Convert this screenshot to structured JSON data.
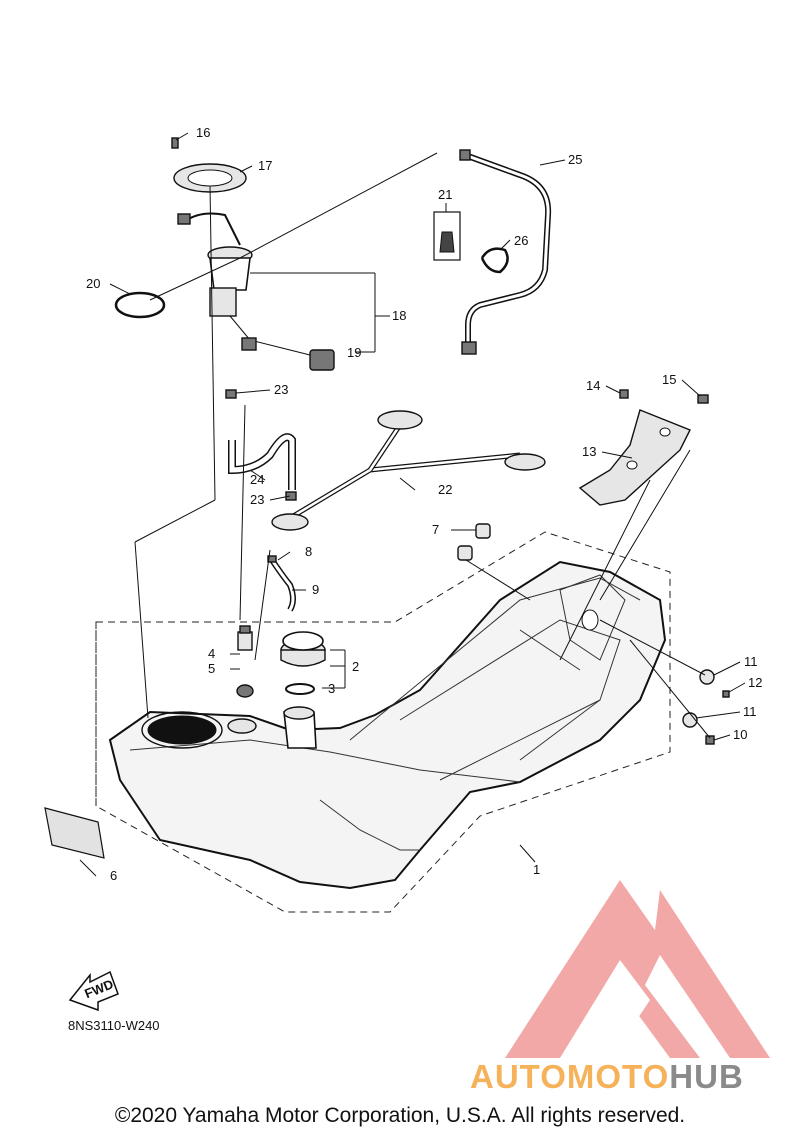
{
  "diagram": {
    "callouts": [
      {
        "id": "c1",
        "label": "1"
      },
      {
        "id": "c2",
        "label": "2"
      },
      {
        "id": "c3",
        "label": "3"
      },
      {
        "id": "c4",
        "label": "4"
      },
      {
        "id": "c5",
        "label": "5"
      },
      {
        "id": "c6",
        "label": "6"
      },
      {
        "id": "c7",
        "label": "7"
      },
      {
        "id": "c8",
        "label": "8"
      },
      {
        "id": "c9",
        "label": "9"
      },
      {
        "id": "c10",
        "label": "10"
      },
      {
        "id": "c11a",
        "label": "11"
      },
      {
        "id": "c11b",
        "label": "11"
      },
      {
        "id": "c12",
        "label": "12"
      },
      {
        "id": "c13",
        "label": "13"
      },
      {
        "id": "c14",
        "label": "14"
      },
      {
        "id": "c15",
        "label": "15"
      },
      {
        "id": "c16",
        "label": "16"
      },
      {
        "id": "c17",
        "label": "17"
      },
      {
        "id": "c18",
        "label": "18"
      },
      {
        "id": "c19",
        "label": "19"
      },
      {
        "id": "c20",
        "label": "20"
      },
      {
        "id": "c21",
        "label": "21"
      },
      {
        "id": "c22",
        "label": "22"
      },
      {
        "id": "c23a",
        "label": "23"
      },
      {
        "id": "c23b",
        "label": "23"
      },
      {
        "id": "c24",
        "label": "24"
      },
      {
        "id": "c25",
        "label": "25"
      },
      {
        "id": "c26",
        "label": "26"
      }
    ],
    "fwd_label": "FWD",
    "diagram_code": "8NS3110-W240"
  },
  "watermark": {
    "brand_part1": "AUTOMOTO",
    "brand_part2": "HUB",
    "color_primary": "#f08c8c",
    "color_orange": "#f5b25a",
    "color_gray": "#8a8a8a"
  },
  "footer": {
    "copyright": "©2020 Yamaha Motor Corporation, U.S.A. All rights reserved."
  }
}
